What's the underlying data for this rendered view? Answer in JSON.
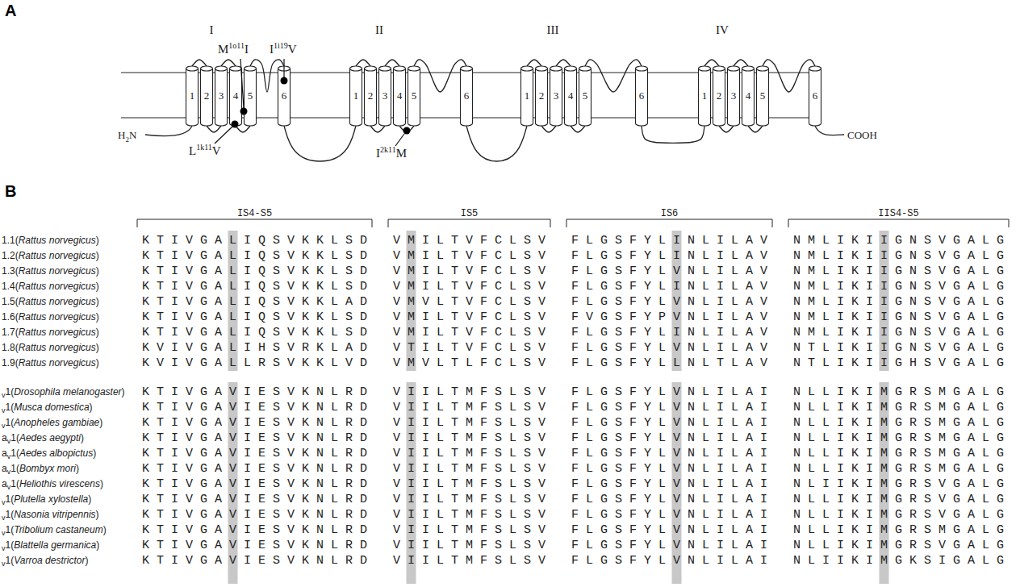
{
  "diagram": {
    "nodes": [
      {
        "text": [
          "1"
        ]
      },
      {
        "text": [
          "2"
        ]
      },
      {
        "text": [
          "3"
        ]
      },
      {
        "text": [
          "4"
        ]
      },
      {
        "text": [
          "5"
        ]
      },
      {
        "text": [
          "6"
        ]
      },
      {
        "text": [
          "1"
        ]
      },
      {
        "text": [
          "2"
        ]
      },
      {
        "text": [
          "3"
        ]
      },
      {
        "text": [
          "4"
        ]
      },
      {
        "text": [
          "5"
        ]
      },
      {
        "text": [
          "6"
        ]
      },
      {
        "text": [
          "1"
        ]
      },
      {
        "text": [
          "2"
        ]
      },
      {
        "text": [
          "3"
        ]
      },
      {
        "text": [
          "4"
        ]
      },
      {
        "text": [
          "5"
        ]
      },
      {
        "text": [
          "6"
        ]
      },
      {
        "text": [
          "1"
        ]
      },
      {
        "text": [
          "2"
        ]
      },
      {
        "text": [
          "3"
        ]
      },
      {
        "text": [
          "4"
        ]
      },
      {
        "text": [
          "5"
        ]
      },
      {
        "text": [
          "6"
        ]
      }
    ],
    "edges": [
      {
        "from": 0,
        "to": 1,
        "arrow": "none"
      },
      {
        "from": 1,
        "to": 2,
        "arrow": "none"
      },
      {
        "from": 2,
        "to": 3,
        "arrow": "none"
      },
      {
        "from": 3,
        "to": 4,
        "arrow": "none"
      },
      {
        "from": 4,
        "to": 5,
        "arrow": "none"
      },
      {
        "from": 5,
        "to": 6,
        "arrow": "none"
      },
      {
        "from": 6,
        "to": 7,
        "arrow": "none"
      },
      {
        "from": 7,
        "to": 8,
        "arrow": "none"
      },
      {
        "from": 8,
        "to": 9,
        "arrow": "none"
      },
      {
        "from": 9,
        "to": 10,
        "arrow": "none"
      },
      {
        "from": 10,
        "to": 11,
        "arrow": "none"
      },
      {
        "from": 11,
        "to": 12,
        "arrow": "none"
      },
      {
        "from": 12,
        "to": 13,
        "arrow": "none"
      },
      {
        "from": 13,
        "to": 14,
        "arrow": "none"
      },
      {
        "from": 14,
        "to": 15,
        "arrow": "none"
      },
      {
        "from": 15,
        "to": 16,
        "arrow": "none"
      },
      {
        "from": 16,
        "to": 17,
        "arrow": "none"
      },
      {
        "from": 17,
        "to": 18,
        "arrow": "none"
      },
      {
        "from": 18,
        "to": 19,
        "arrow": "none"
      },
      {
        "from": 19,
        "to": 20,
        "arrow": "none"
      },
      {
        "from": 20,
        "to": 21,
        "arrow": "none"
      },
      {
        "from": 21,
        "to": 22,
        "arrow": "none"
      },
      {
        "from": 22,
        "to": 23,
        "arrow": "none"
      }
    ],
    "labels": [
      "A",
      "I",
      "II",
      "III",
      "IV",
      "M1o11I",
      "I1i19V",
      "L1k11V",
      "I2k11M",
      "H2N",
      "COOH",
      "B",
      "IS4-S5",
      "IS5",
      "IS6",
      "IIS4-S5",
      "1.1(Rattus norvegicus)",
      "K T I V G A L I Q S V K K L S D",
      "V M I L T V F C L S V",
      "F L G S F Y L I N L I L A V",
      "N M L I K I I G N S V G A L G",
      "1.2(Rattus norvegicus)",
      "K T I V G A L I Q S V K K L S D",
      "V M I L T V F C L S V",
      "F L G S F Y L I N L I L A V",
      "N M L I K I I G N S V G A L G",
      "1.3(Rattus norvegicus)",
      "K T I V G A L I Q S V K K L S D",
      "V M I L T V F C L S V",
      "F L G S F Y L V N L I L A V",
      "N M L I K I I G N S V G A L G",
      "1.4(Rattus norvegicus)",
      "K T I V G A L I Q S V K K L S D",
      "V M I L T V F C L S V",
      "F L G S F Y L I N L I L A V",
      "N M L I K I I G N S V G A L G",
      "1.5(Rattus norvegicus)",
      "K T I V G A L I Q S V K K L A D",
      "V M V L T V F C L S V",
      "F L G S F Y L V N L I L A V",
      "N M L I K I I G N S V G A L G",
      "1.6(Rattus norvegicus)",
      "K T I V G A L I Q S V K K L S D",
      "V M I L T V F C L S V",
      "F V G S F Y P V N L I L A V",
      "N M L I K I I G N S V G A L G",
      "1.7(Rattus norvegicus)",
      "K T I V G A L I Q S V K K L S D",
      "V M I L T V F C L S V",
      "F L G S F Y L I N L I L A V",
      "N M L I K I I G N S V G A L G",
      "1.8(Rattus norvegicus)",
      "K V I V G A L I H S V R K L A D",
      "V T I L T V F C L S V",
      "F L G S F Y L V N L I L A V",
      "N T L I K I I G N S V G A L G",
      "1.9(Rattus norvegicus)",
      "K V I V G A L L R S V K K L V D",
      "V M V L T L F C L S V",
      "F L G S F Y L L N L T L A V",
      "N T L I K I I G H S V G A L G",
      "v1(Drosophila melanogaster)",
      "K T I V G A V I E S V K N L R D",
      "V I I L T M F S L S V",
      "F L G S F Y L V N L I L A I",
      "N L L I K I M G R S M G A L G",
      "v1(Musca domestica)",
      "K T I V G A V I E S V K N L R D",
      "V I I L T M F S L S V",
      "F L G S F Y L V N L I L A I",
      "N L L I K I M G R S M G A L G",
      "v1(Anopheles gambiae)",
      "K T I V G A V I E S V K N L R D",
      "V I I L T M F S L S V",
      "F L G S F Y L V N L I L A I",
      "N L L I K I M G R S M G A L G",
      "av1(Aedes aegypti)",
      "K T I V G A V I E S V K N L R D",
      "V I I L T M F S L S V",
      "F L G S F Y L V N L I L A I",
      "N L L I K I M G R S M G A L G",
      "av1(Aedes albopictus)",
      "K T I V G A V I E S V K N L R D",
      "V I I L T M F S L S V",
      "F L G S F Y L V N L I L A I",
      "N L L I K I M G R S M G A L G",
      "av1(Bombyx mori)",
      "K T I V G A V I E S V K N L R D",
      "V I I L T M F S L S V",
      "F L G S F Y L V N L I L A I",
      "N L L I K I M G R S M G A L G",
      "av1(Heliothis virescens)",
      "K T I V G A V I E S V K N L R D",
      "V I I L T M F S L S V",
      "F L G S F Y L V N L I L A I",
      "N L I I K I M G R S V G A L G",
      "v1(Plutella xylostella)",
      "K T I V G A V I E S V K N L R D",
      "V I I L T M F S L S V",
      "F L G S F Y L V N L I L A I",
      "N L L I K I M G R S V G A L G",
      "v1(Nasonia vitripennis)",
      "K T I V G A V I E S V K N L R D",
      "V I I L T M F S L S V",
      "F L G S F Y L V N L I L A I",
      "N L L I K I M G R S V G A L G",
      "v1(Tribolium castaneum)",
      "K T I V G A V I E S V K N L R D",
      "V I I L T M F S L S V",
      "F L G S F Y L V N L I L A I",
      "N L L I K I M G R S M G A L G",
      "v1(Blattella germanica)",
      "K T I V G A V I E S V K N L R D",
      "V I I L T M F S L S V",
      "F L G S F Y L V N L I L A I",
      "N L L I K I M G R S V G A L G",
      "v1(Varroa destrictor)",
      "K T I V G A V I E S V K N L R D",
      "V I I L T M F S L S V",
      "F L G S F Y L V N L I L A I",
      "N L I I K I M G K S I G A L G"
    ]
  }
}
